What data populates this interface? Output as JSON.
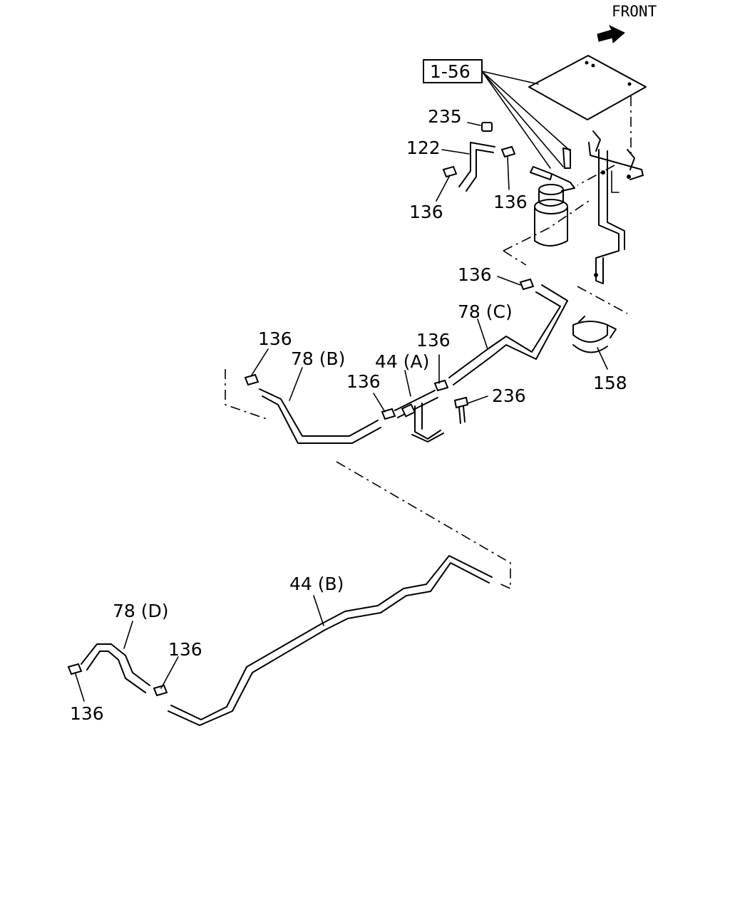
{
  "front_label": "FRONT",
  "callouts": {
    "ref_1_56": "1-56",
    "p235": "235",
    "p122": "122",
    "p136_a": "136",
    "p136_b": "136",
    "p136_c": "136",
    "p78c": "78 (C)",
    "p136_d": "136",
    "p78b": "78 (B)",
    "p44a": "44 (A)",
    "p136_e": "136",
    "p136_f": "136",
    "p236": "236",
    "p158": "158",
    "p44b": "44 (B)",
    "p78d": "78 (D)",
    "p136_g": "136",
    "p136_h": "136"
  }
}
